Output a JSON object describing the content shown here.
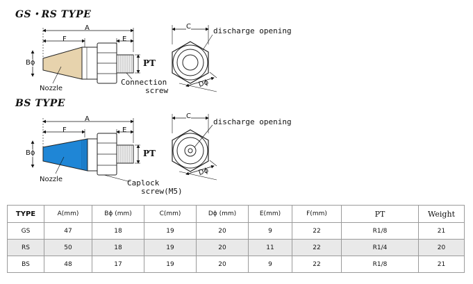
{
  "gs_rs": {
    "title": "GS・RS TYPE",
    "dim_a": "A",
    "dim_f": "F",
    "dim_e": "E",
    "dim_b": "Bϕ",
    "pt": "PT",
    "nozzle": "Nozzle",
    "connection_line1": "Connection",
    "connection_line2": "screw",
    "dim_c": "C",
    "dim_d": "Dϕ",
    "discharge": "discharge opening",
    "nozzle_color": "#e7d3ad"
  },
  "bs": {
    "title": "BS TYPE",
    "dim_a": "A",
    "dim_f": "F",
    "dim_e": "E",
    "dim_b": "Bϕ",
    "pt": "PT",
    "nozzle": "Nozzle",
    "caplock_line1": "Caplock",
    "caplock_line2": "screw(M5)",
    "dim_c": "C",
    "dim_d": "Dϕ",
    "discharge": "discharge opening",
    "nozzle_color": "#1f86d6"
  },
  "table": {
    "headers": [
      "TYPE",
      "A(mm)",
      "Bϕ (mm)",
      "C(mm)",
      "Dϕ (mm)",
      "E(mm)",
      "F(mm)",
      "PT",
      "Weight"
    ],
    "rows": [
      [
        "GS",
        "47",
        "18",
        "19",
        "20",
        "9",
        "22",
        "R1/8",
        "21"
      ],
      [
        "RS",
        "50",
        "18",
        "19",
        "20",
        "11",
        "22",
        "R1/4",
        "20"
      ],
      [
        "BS",
        "48",
        "17",
        "19",
        "20",
        "9",
        "22",
        "R1/8",
        "21"
      ]
    ]
  }
}
